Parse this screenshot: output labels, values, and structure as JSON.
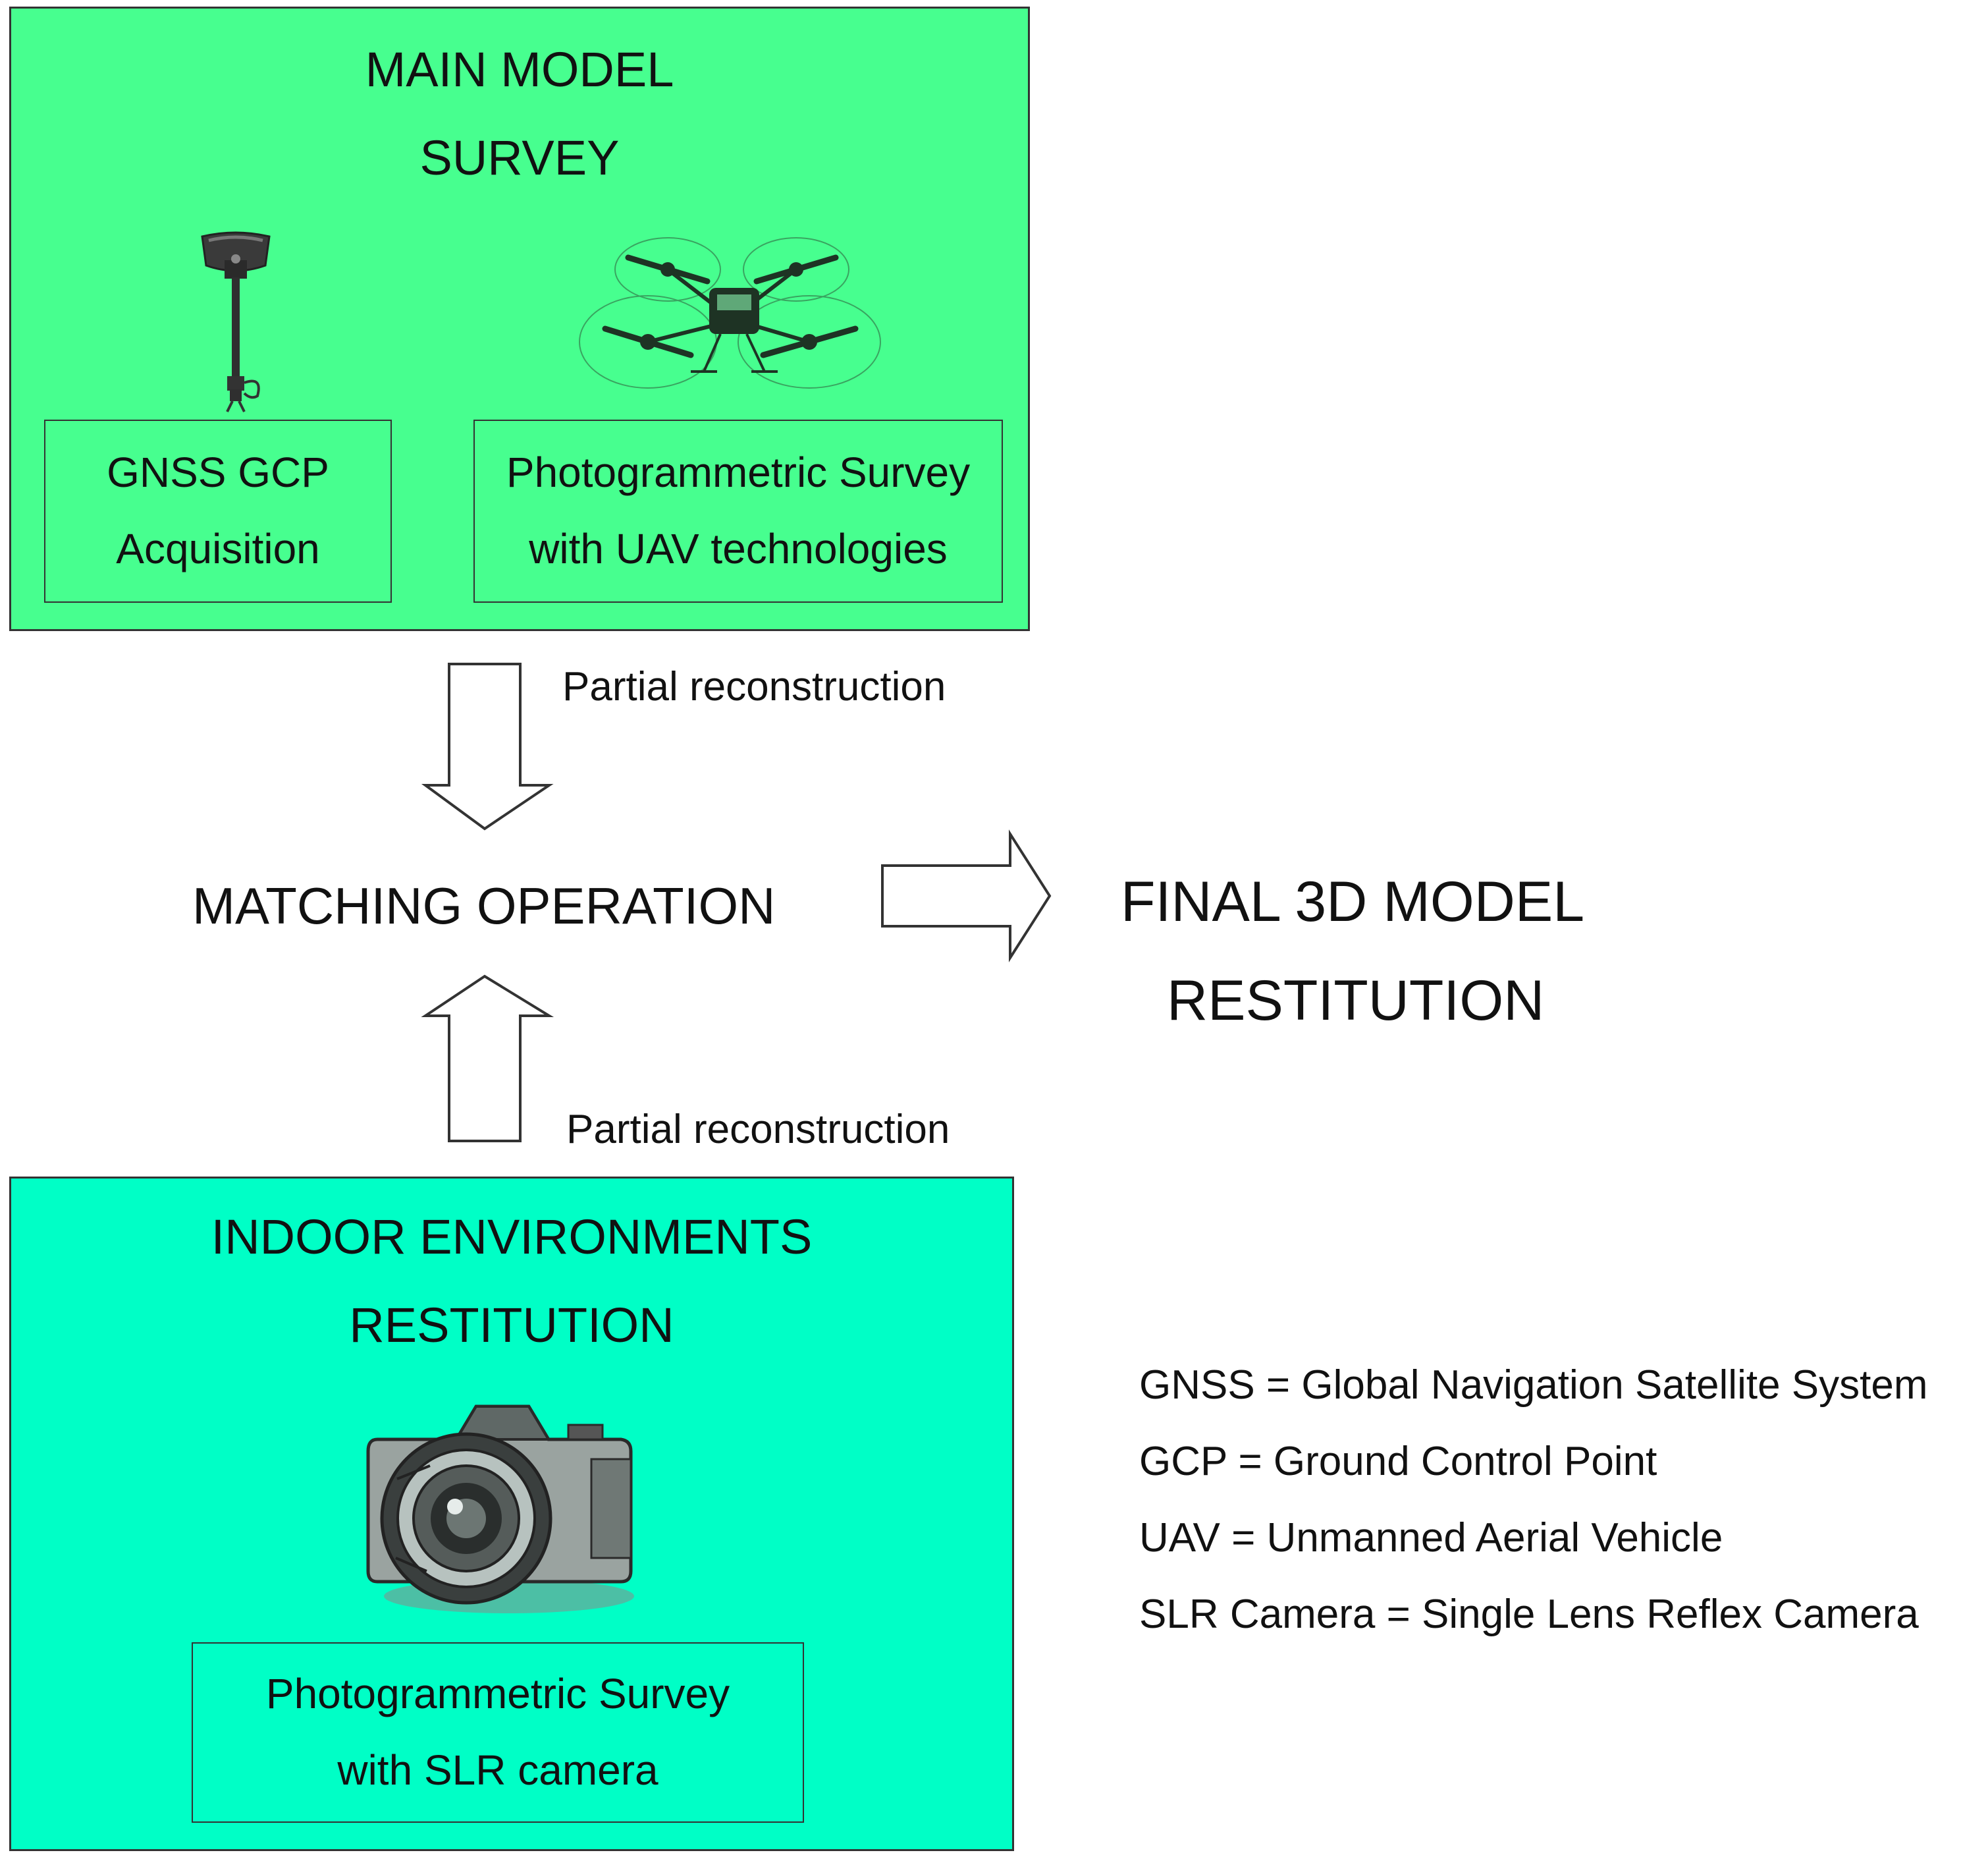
{
  "colors": {
    "main_panel": "#47ff8f",
    "indoor_panel": "#00ffc6",
    "border": "#333333",
    "text": "#111111"
  },
  "main_panel": {
    "title_line1": "MAIN MODEL",
    "title_line2": "SURVEY",
    "icons": [
      "gnss-receiver-pole-icon",
      "quadcopter-drone-icon"
    ],
    "gnss_box": {
      "line1": "GNSS GCP",
      "line2": "Acquisition"
    },
    "uav_box": {
      "line1": "Photogrammetric Survey",
      "line2": "with UAV technologies"
    }
  },
  "top_arrow_label": "Partial reconstruction",
  "bottom_arrow_label": "Partial reconstruction",
  "matching_label": "MATCHING OPERATION",
  "final": {
    "line1": "FINAL 3D MODEL",
    "line2": "RESTITUTION"
  },
  "indoor_panel": {
    "title_line1": "INDOOR ENVIRONMENTS",
    "title_line2": "RESTITUTION",
    "icons": [
      "slr-camera-icon"
    ],
    "slr_box": {
      "line1": "Photogrammetric Survey",
      "line2": "with SLR camera"
    }
  },
  "legend": [
    "GNSS = Global Navigation Satellite System",
    "GCP = Ground Control Point",
    "UAV = Unmanned Aerial Vehicle",
    "SLR Camera = Single Lens Reflex Camera"
  ]
}
